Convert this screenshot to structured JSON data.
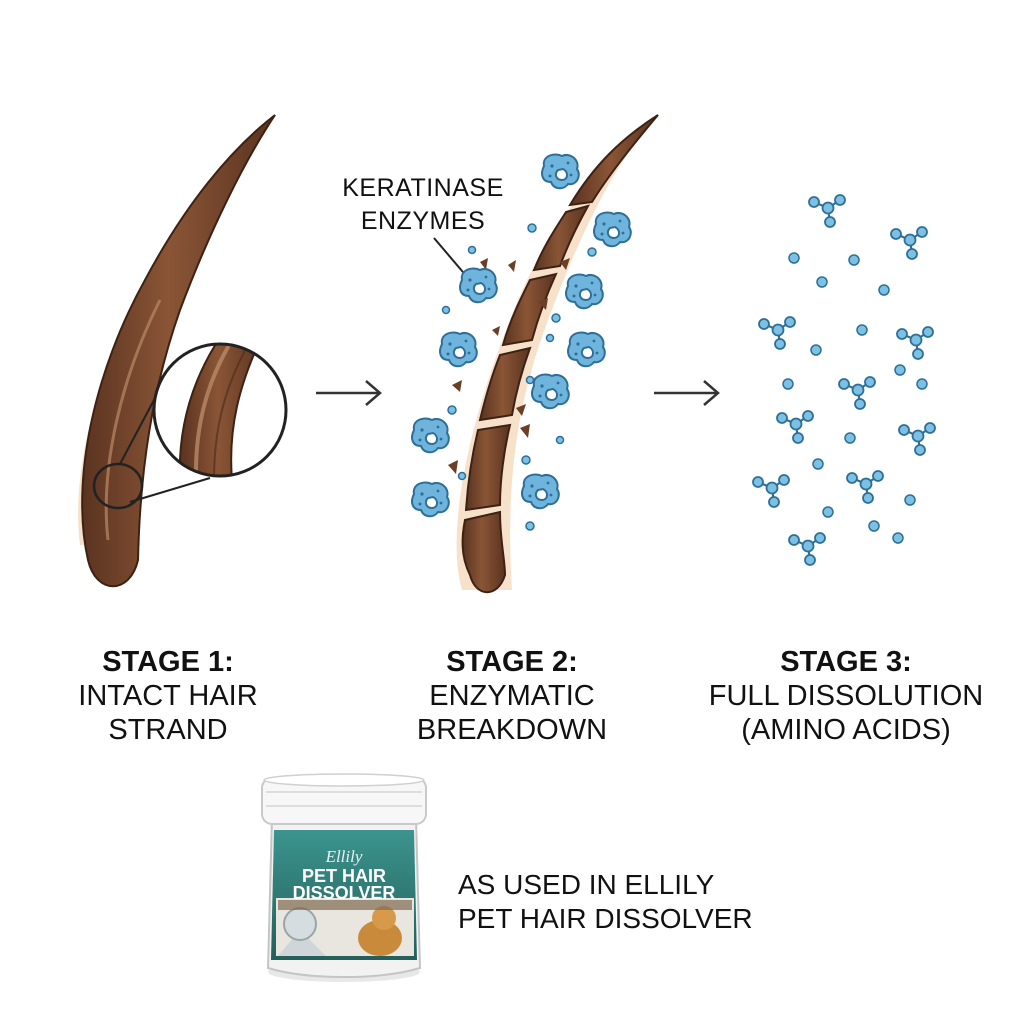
{
  "callout": {
    "line1": "KERATINASE",
    "line2": "ENZYMES"
  },
  "stages": [
    {
      "title": "STAGE 1:",
      "line1": "INTACT HAIR",
      "line2": "STRAND"
    },
    {
      "title": "STAGE 2:",
      "line1": "ENZYMATIC",
      "line2": "BREAKDOWN"
    },
    {
      "title": "STAGE 3:",
      "line1": "FULL DISSOLUTION",
      "line2": "(AMINO ACIDS)"
    }
  ],
  "product": {
    "brand": "Ellily",
    "name_line1": "PET HAIR",
    "name_line2": "DISSOLVER"
  },
  "caption": {
    "line1": "AS USED IN ELLILY",
    "line2": "PET HAIR DISSOLVER"
  },
  "icons": [
    "hair-strand-icon",
    "magnifier-icon",
    "arrow-right-icon",
    "enzyme-icon",
    "amino-acid-icon",
    "product-jar-icon"
  ],
  "colors": {
    "hair": "#7a4a2e",
    "hair_dark": "#5a3320",
    "hair_light": "#a47150",
    "follicle": "#f3c9a0",
    "enzyme": "#5aa6d2",
    "enzyme_dark": "#2e6f97",
    "jar_teal": "#2f7e79"
  }
}
